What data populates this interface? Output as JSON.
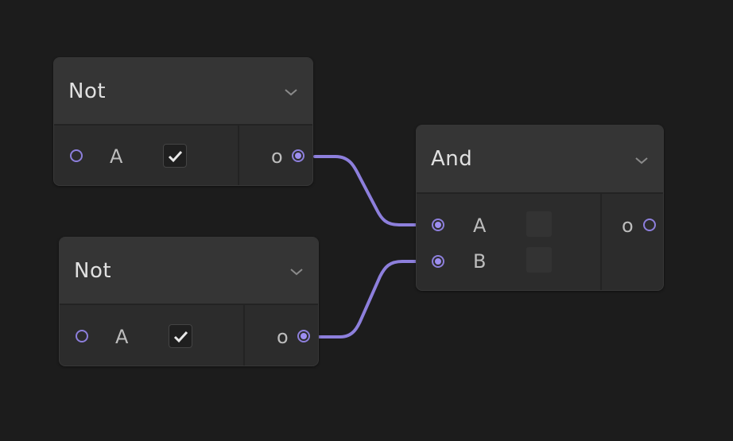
{
  "nodes": [
    {
      "title": "Not",
      "inputs": [
        {
          "label": "A",
          "checked": true,
          "connected": false
        }
      ],
      "outputs": [
        {
          "label": "o",
          "connected": true
        }
      ]
    },
    {
      "title": "Not",
      "inputs": [
        {
          "label": "A",
          "checked": true,
          "connected": false
        }
      ],
      "outputs": [
        {
          "label": "o",
          "connected": true
        }
      ]
    },
    {
      "title": "And",
      "inputs": [
        {
          "label": "A",
          "connected": true
        },
        {
          "label": "B",
          "connected": true
        }
      ],
      "outputs": [
        {
          "label": "o",
          "connected": false
        }
      ]
    }
  ],
  "colors": {
    "background": "#1c1c1c",
    "node": "#2c2c2c",
    "header": "#353535",
    "wire": "#8d7fdc",
    "port": "#8d7fdc"
  },
  "icons": {
    "collapse": "chevron-down-icon",
    "check": "checkmark-icon"
  }
}
